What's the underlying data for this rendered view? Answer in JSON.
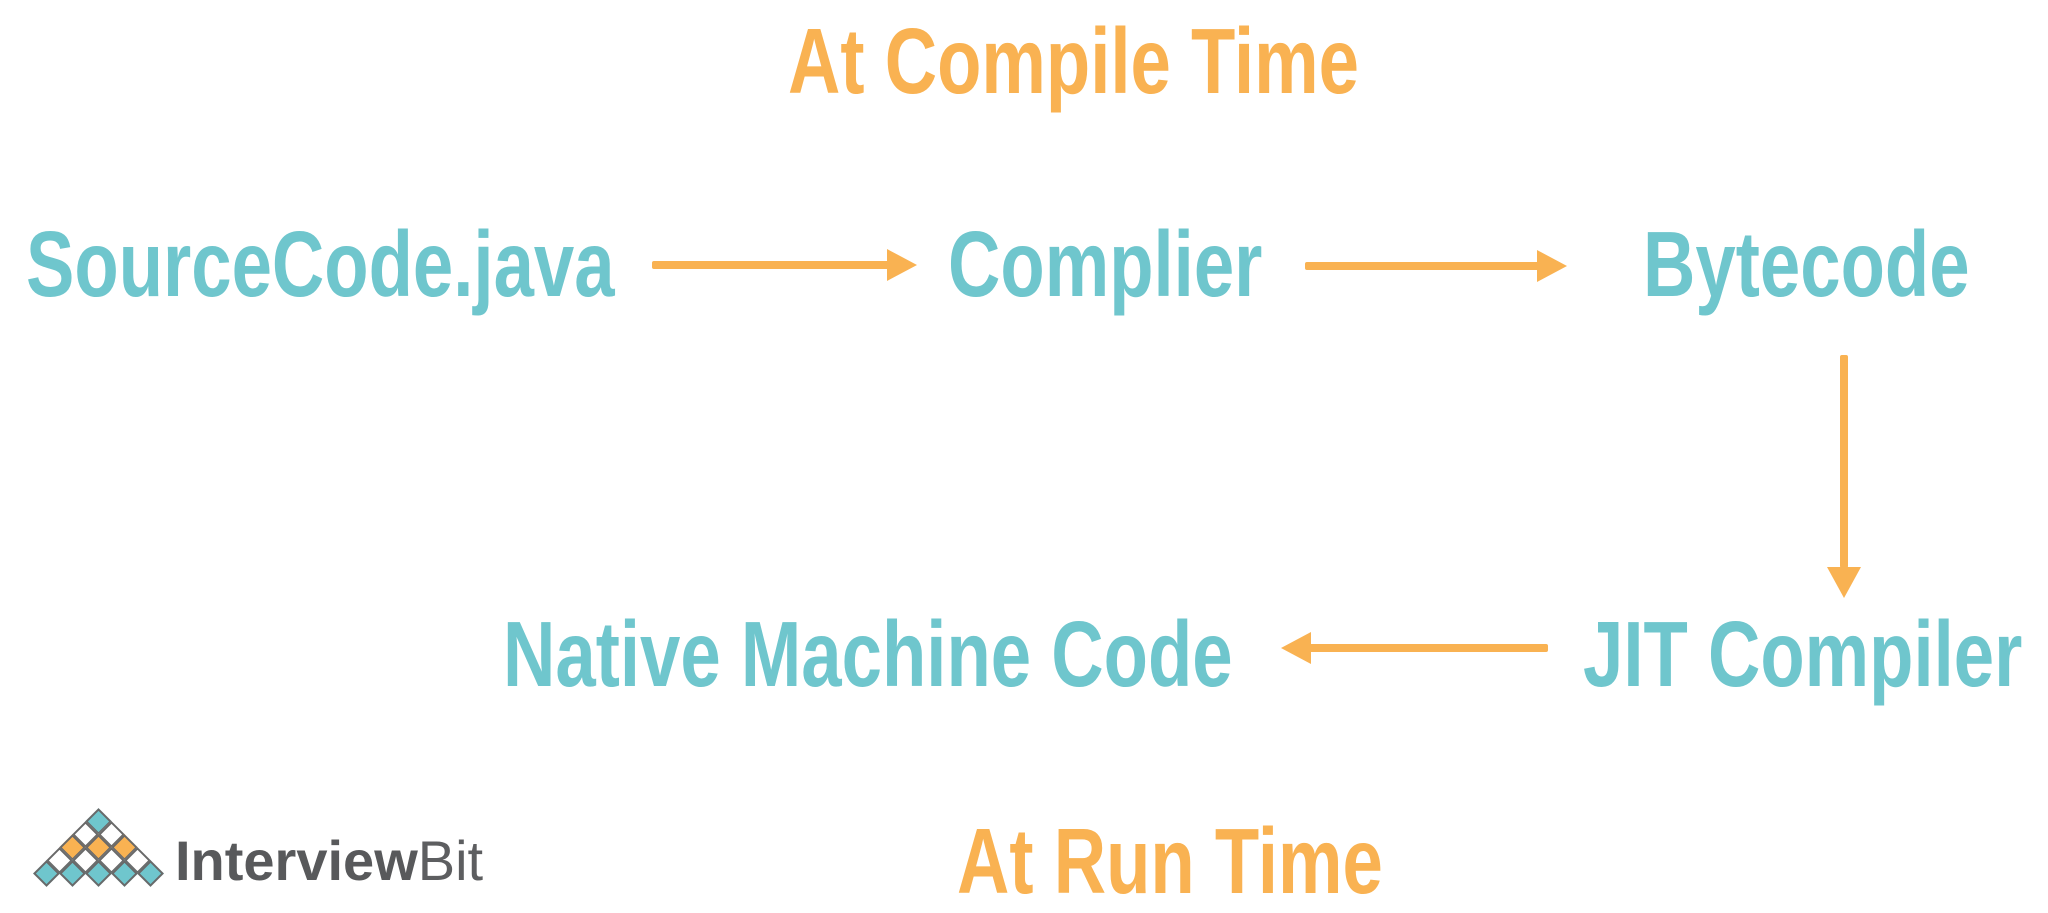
{
  "header": {
    "compile_time_title": "At Compile Time"
  },
  "footer": {
    "run_time_title": "At Run Time"
  },
  "flow": {
    "source_label": "SourceCode.java",
    "compiler_label": "Complier",
    "bytecode_label": "Bytecode",
    "jit_label": "JIT Compiler",
    "native_label": "Native Machine Code"
  },
  "logo": {
    "brand_bold": "Interview",
    "brand_light": "Bit",
    "pyramid_rows": [
      [
        "teal"
      ],
      [
        "white",
        "white"
      ],
      [
        "orange",
        "orange",
        "orange"
      ],
      [
        "white",
        "white",
        "white",
        "white"
      ],
      [
        "teal",
        "teal",
        "teal",
        "teal",
        "teal"
      ]
    ]
  },
  "colors": {
    "accent_orange": "#F9B252",
    "node_teal": "#6FC6CD",
    "logo_dark_gray": "#58595B",
    "logo_light_gray": "#5D5E60",
    "diamond_outline": "#696969",
    "diamond_teal": "#6FC6CD",
    "diamond_orange": "#F9B252",
    "diamond_white": "#FFFFFF",
    "background": "#FFFFFF"
  }
}
